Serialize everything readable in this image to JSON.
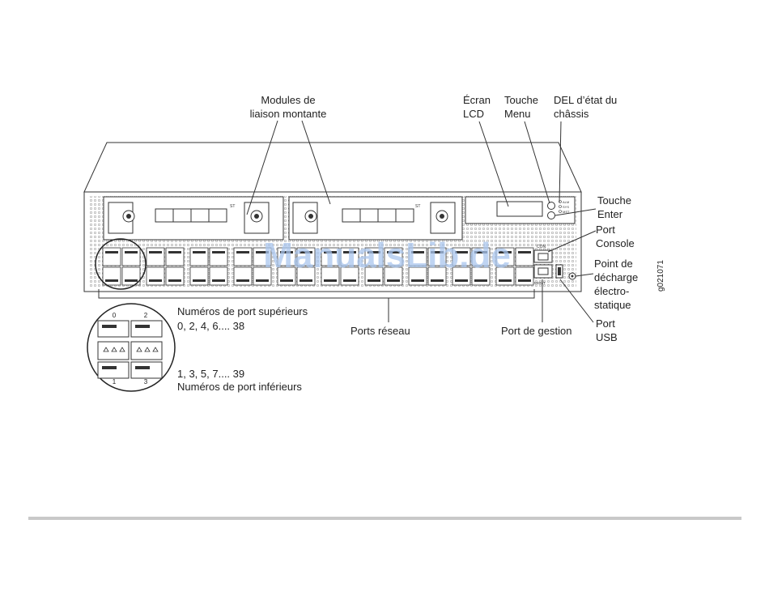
{
  "labels": {
    "uplink_l1": "Modules de",
    "uplink_l2": "liaison montante",
    "lcd_l1": "Écran",
    "lcd_l2": "LCD",
    "menu_l1": "Touche",
    "menu_l2": "Menu",
    "led_l1": "DEL d’état du",
    "led_l2": "châssis",
    "enter_l1": "Touche",
    "enter_l2": "Enter",
    "console_l1": "Port",
    "console_l2": "Console",
    "esd_l1": "Point de",
    "esd_l2": "décharge",
    "esd_l3": "électro-",
    "esd_l4": "statique",
    "usb_l1": "Port",
    "usb_l2": "USB",
    "mgmt": "Port de gestion",
    "network": "Ports réseau",
    "upper_title": "Numéros de port supérieurs",
    "upper_nums": "0, 2, 4, 6.... 38",
    "lower_nums": "1, 3, 5, 7.... 39",
    "lower_title": "Numéros de port inférieurs",
    "fig_id": "g021071"
  },
  "panel": {
    "con_label": "CON",
    "mgmt_label": "MGMT",
    "st_label": "ST",
    "led_alm": "ALM",
    "led_sys": "SYS",
    "led_mst": "MST"
  },
  "inset": {
    "top_left": "0",
    "top_right": "2",
    "bottom_left": "1",
    "bottom_right": "3"
  },
  "watermark": "ManualsLib.de",
  "colors": {
    "line": "#333333",
    "rule": "#c9c9c9",
    "watermark": "#a9c6ee"
  }
}
